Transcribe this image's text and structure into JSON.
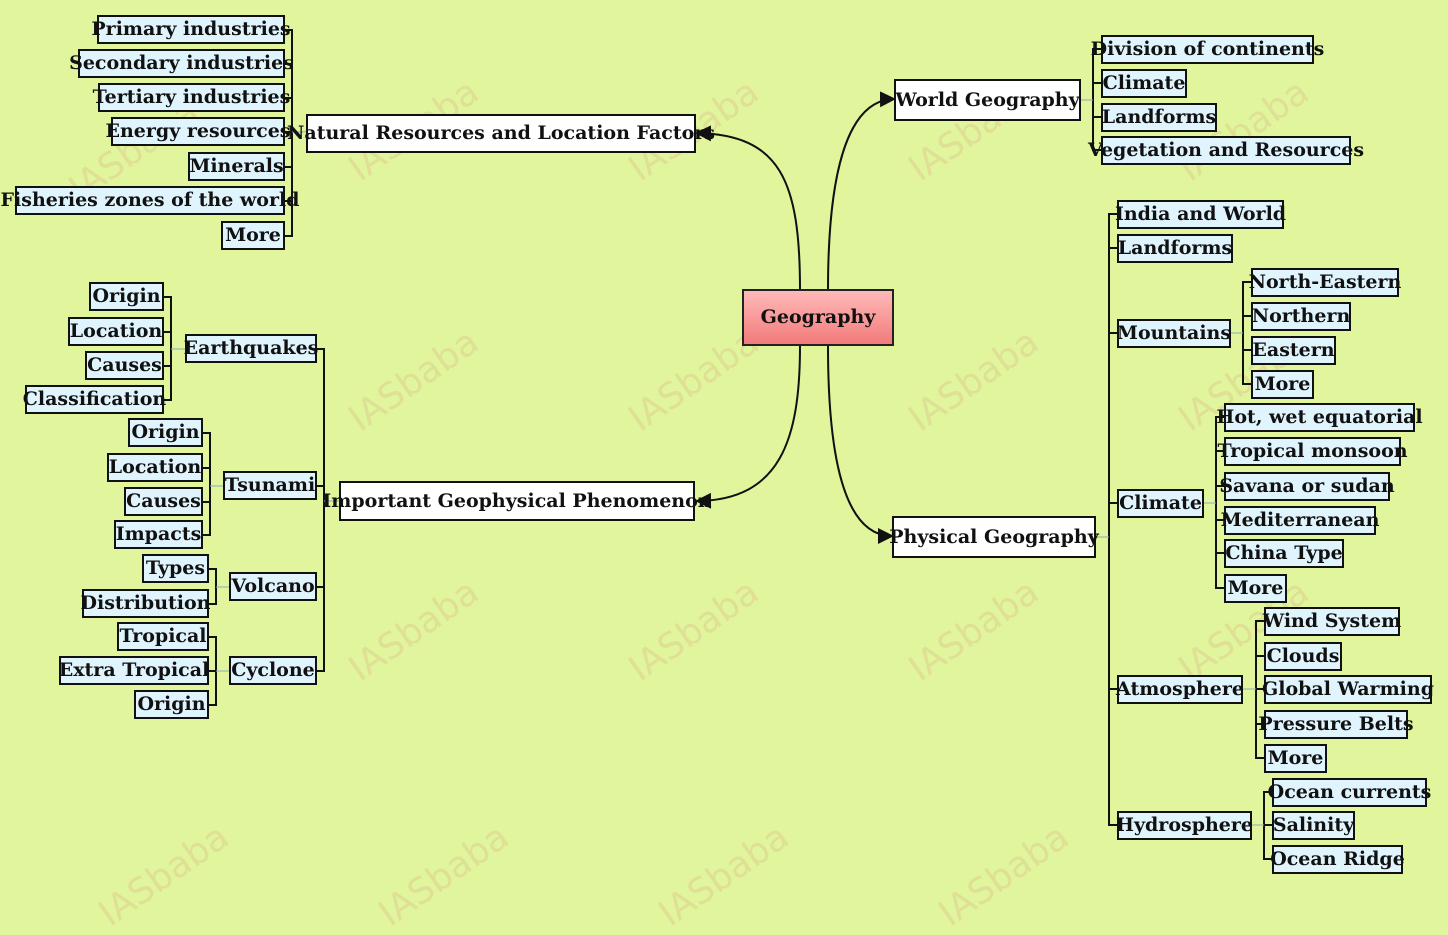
{
  "root": "Geography",
  "watermark": "IASbaba",
  "natural_resources": {
    "title": "Natural Resources and Location Factors",
    "items": [
      "Primary industries",
      "Secondary industries",
      "Tertiary industries",
      "Energy resources",
      "Minerals",
      "Fisheries zones of the world",
      "More"
    ]
  },
  "geophysical": {
    "title": "Important Geophysical Phenomenon",
    "earthquakes": {
      "label": "Earthquakes",
      "items": [
        "Origin",
        "Location",
        "Causes",
        "Classification"
      ]
    },
    "tsunami": {
      "label": "Tsunami",
      "items": [
        "Origin",
        "Location",
        "Causes",
        "Impacts"
      ]
    },
    "volcano": {
      "label": "Volcano",
      "items": [
        "Types",
        "Distribution"
      ]
    },
    "cyclone": {
      "label": "Cyclone",
      "items": [
        "Tropical",
        "Extra Tropical",
        "Origin"
      ]
    }
  },
  "world_geography": {
    "title": "World Geography",
    "items": [
      "Division of continents",
      "Climate",
      "Landforms",
      "Vegetation and Resources"
    ]
  },
  "physical_geography": {
    "title": "Physical Geography",
    "india_world": "India and World",
    "landforms": "Landforms",
    "mountains": {
      "label": "Mountains",
      "items": [
        "North-Eastern",
        "Northern",
        "Eastern",
        "More"
      ]
    },
    "climate": {
      "label": "Climate",
      "items": [
        "Hot, wet equatorial",
        "Tropical monsoon",
        "Savana or sudan",
        "Mediterranean",
        "China Type",
        "More"
      ]
    },
    "atmosphere": {
      "label": "Atmosphere",
      "items": [
        "Wind System",
        "Clouds",
        "Global Warming",
        "Pressure Belts",
        "More"
      ]
    },
    "hydrosphere": {
      "label": "Hydrosphere",
      "items": [
        "Ocean currents",
        "Salinity",
        "Ocean Ridge"
      ]
    }
  },
  "colors": {
    "background": "#e0f59c",
    "leaf_fill": "#dff4fd",
    "root_fill": "#f37b7b",
    "line": "#111111"
  }
}
